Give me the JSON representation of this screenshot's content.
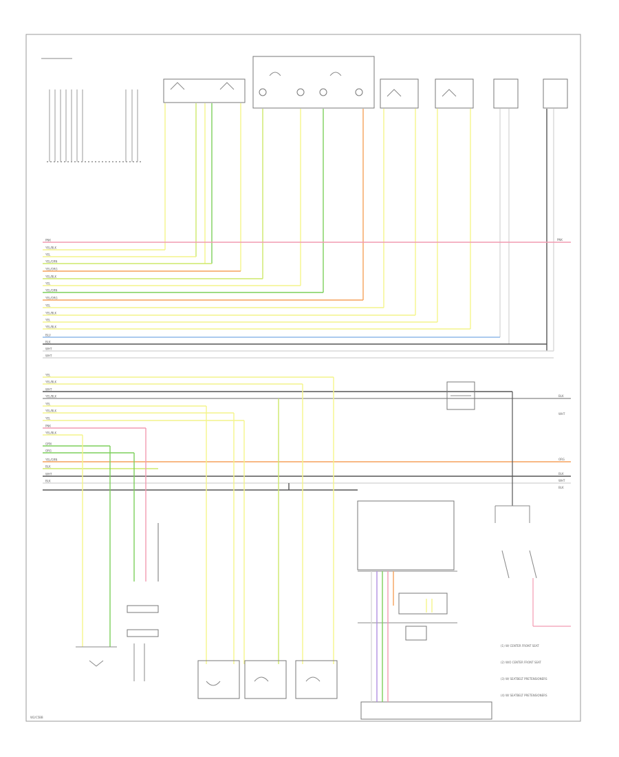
{
  "diagram": {
    "footer_code": "W2/C5BB",
    "colors": {
      "yellow": "#f4f48a",
      "yellow_green": "#cde86a",
      "green": "#7ccf5a",
      "orange": "#f5a15a",
      "pink": "#f29ab0",
      "blue": "#8fb8e8",
      "gray": "#9a9a9a",
      "dark_gray": "#555555",
      "white": "#d8d8d8",
      "violet": "#b08ee0"
    },
    "top_bus_labels": [
      "PNK",
      "YEL/BLK",
      "YEL",
      "YEL/GRN",
      "YEL/ORG",
      "YEL/BLK",
      "YEL",
      "YEL/GRN",
      "YEL/ORG",
      "YEL",
      "YEL/BLK",
      "YEL",
      "YEL/BLK",
      "BLU",
      "BLK",
      "WHT",
      "WHT"
    ],
    "mid_bus_labels": [
      "YEL",
      "YEL/BLK",
      "WHT",
      "YEL/BLK",
      "YEL",
      "YEL/BLK",
      "YEL",
      "PNK",
      "YEL/BLK",
      "GRN",
      "ORG",
      "YEL/GRN",
      "BLK",
      "WHT",
      "BLK"
    ],
    "right_labels": {
      "top_pnk": "PNK",
      "wht1": "WHT",
      "wht2": "WHT",
      "org": "ORG",
      "blk1": "BLK",
      "blk2": "BLK",
      "blk3": "BLK"
    },
    "legend": [
      "(1) W/ CENTER FRONT SEAT",
      "(2) W/O CENTER FRONT SEAT",
      "(3) W/ SEATBELT PRETENSIONERS",
      "(4) W/ SEATBELT PRETENSIONERS"
    ]
  }
}
